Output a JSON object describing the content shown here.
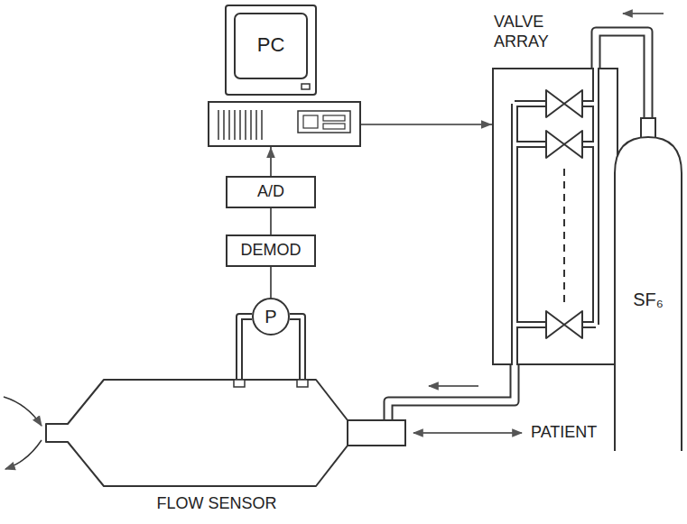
{
  "diagram": {
    "nodes": [
      {
        "text": [
          "PC"
        ]
      },
      {
        "text": [
          "VALVE ARRAY"
        ]
      },
      {
        "text": [
          "SF₆"
        ]
      },
      {
        "text": [
          "A/D"
        ]
      },
      {
        "text": [
          "DEMOD"
        ]
      },
      {
        "text": [
          "P"
        ]
      },
      {
        "text": [
          "FLOW SENSOR"
        ]
      }
    ],
    "edges": [
      {
        "from": 3,
        "to": 0,
        "arrow": "to"
      },
      {
        "from": 0,
        "to": 1,
        "arrow": "to"
      },
      {
        "from": 4,
        "to": 3,
        "arrow": "none"
      },
      {
        "from": 5,
        "to": 4,
        "arrow": "none"
      },
      {
        "from": 5,
        "to": 6,
        "arrow": "none"
      },
      {
        "from": 5,
        "to": 6,
        "arrow": "none"
      },
      {
        "from": 2,
        "to": 1,
        "arrow": "none"
      },
      {
        "from": 1,
        "to": 6,
        "arrow": "none"
      }
    ],
    "labels": [
      "PATIENT"
    ]
  }
}
